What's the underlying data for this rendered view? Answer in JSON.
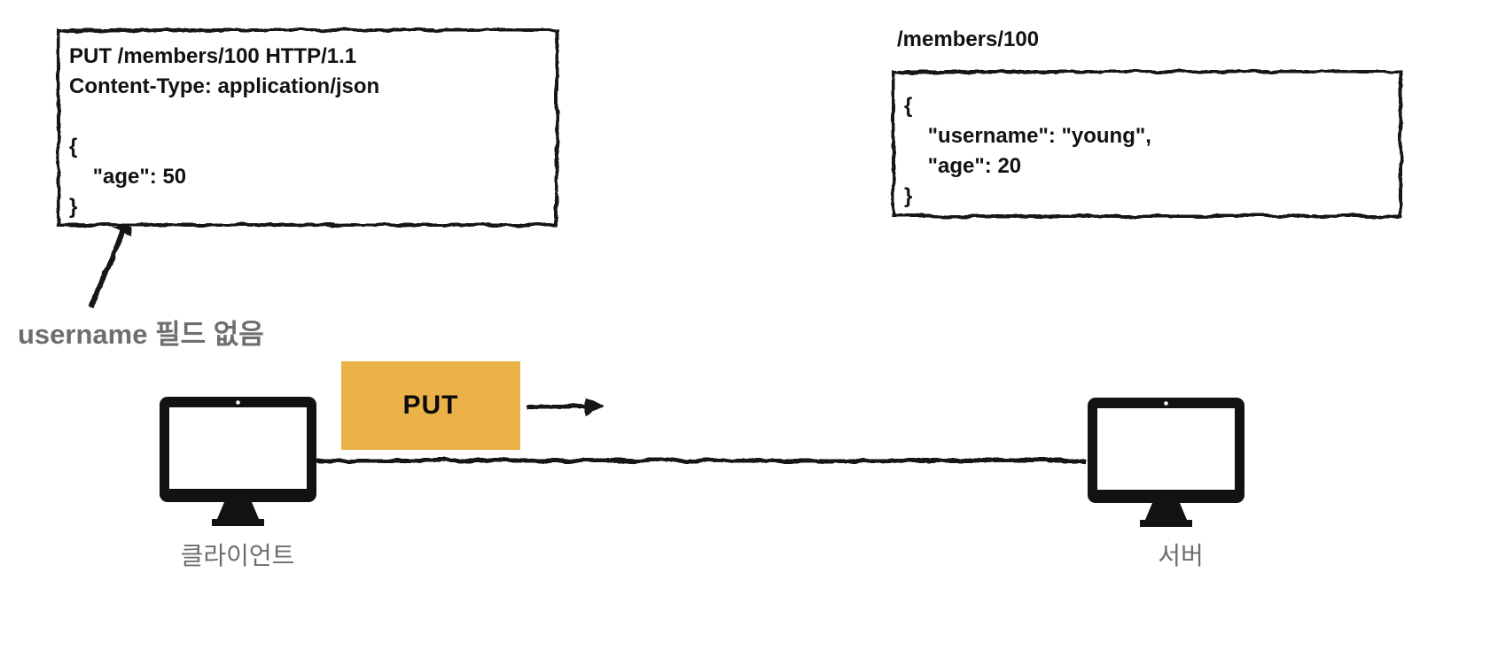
{
  "colors": {
    "accent_orange": "#ECB24A",
    "ink": "#121212",
    "muted_gray": "#6E6E6E"
  },
  "request_box": {
    "body": "PUT /members/100 HTTP/1.1\nContent-Type: application/json\n\n{\n    \"age\": 50\n}"
  },
  "resource": {
    "label": "/members/100",
    "body": "{\n    \"username\": \"young\",\n    \"age\": 20\n}"
  },
  "annotation": {
    "text": "username 필드 없음"
  },
  "message": {
    "label": "PUT"
  },
  "nodes": {
    "client_label": "클라이언트",
    "server_label": "서버"
  }
}
